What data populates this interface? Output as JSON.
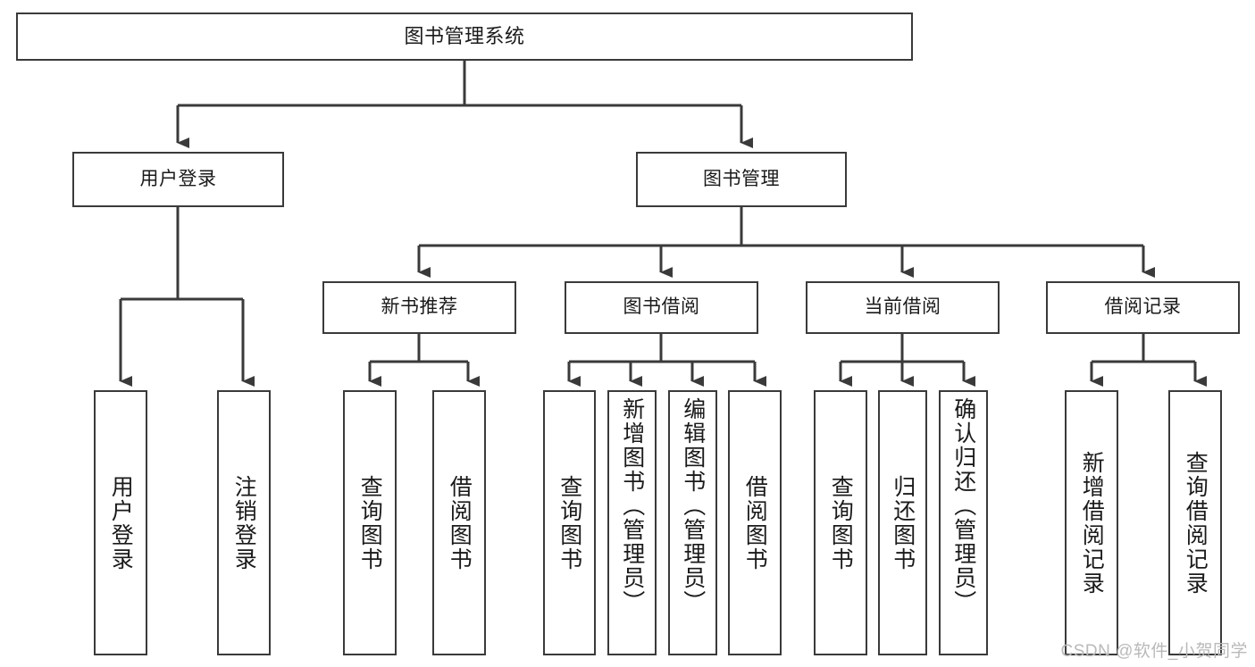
{
  "diagram": {
    "type": "tree",
    "title": "图书管理系统",
    "colors": {
      "node_border": "#3a3a3a",
      "node_fill": "#ffffff",
      "edge": "#3a3a3a",
      "text": "#1a1a1a",
      "watermark": "#b9b9b9",
      "background": "#ffffff"
    },
    "root": {
      "label": "图书管理系统"
    },
    "level2": [
      {
        "label": "用户登录"
      },
      {
        "label": "图书管理"
      }
    ],
    "level3": [
      {
        "label": "新书推荐"
      },
      {
        "label": "图书借阅"
      },
      {
        "label": "当前借阅"
      },
      {
        "label": "借阅记录"
      }
    ],
    "leaves": {
      "user_login": [
        {
          "label": "用户登录"
        },
        {
          "label": "注销登录"
        }
      ],
      "new_book": [
        {
          "label": "查询图书"
        },
        {
          "label": "借阅图书"
        }
      ],
      "book_borrow": [
        {
          "label": "查询图书"
        },
        {
          "label": "新增图书（管理员）"
        },
        {
          "label": "编辑图书（管理员）"
        },
        {
          "label": "借阅图书"
        }
      ],
      "current_borrow": [
        {
          "label": "查询图书"
        },
        {
          "label": "归还图书"
        },
        {
          "label": "确认归还（管理员）"
        }
      ],
      "borrow_record": [
        {
          "label": "新增借阅记录"
        },
        {
          "label": "查询借阅记录"
        }
      ]
    }
  },
  "watermark": {
    "text": "CSDN @软件_小贺同学"
  }
}
